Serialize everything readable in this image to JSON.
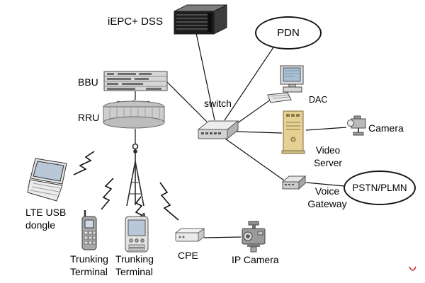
{
  "title": "LTE broadband trunking network diagram",
  "nodes": {
    "epc": {
      "label": "iEPC+ DSS"
    },
    "pdn": {
      "label": "PDN"
    },
    "bbu": {
      "label": "BBU"
    },
    "rru": {
      "label": "RRU"
    },
    "switch": {
      "label": "switch"
    },
    "dac": {
      "label": "DAC"
    },
    "video_server": {
      "label": "Video Server"
    },
    "camera": {
      "label": "Camera"
    },
    "voice_gateway": {
      "label": "Voice Gateway"
    },
    "pstn": {
      "label": "PSTN/PLMN"
    },
    "lte_dongle": {
      "label": "LTE USB dongle"
    },
    "trunking1": {
      "label": "Trunking Terminal"
    },
    "trunking2": {
      "label": "Trunking Terminal"
    },
    "cpe": {
      "label": "CPE"
    },
    "ip_camera": {
      "label": "IP Camera"
    }
  },
  "edges": [
    "iEPC+DSS - switch",
    "PDN - switch",
    "BBU - switch",
    "BBU - RRU",
    "RRU - antenna",
    "switch - DAC",
    "switch - Video Server",
    "Video Server - Camera",
    "switch - Voice Gateway",
    "Voice Gateway - PSTN/PLMN",
    "CPE - IP Camera"
  ],
  "wireless_links": [
    "antenna - LTE USB dongle",
    "antenna - Trunking Terminal",
    "antenna - Trunking Terminal (2)",
    "antenna - CPE"
  ],
  "colors": {
    "background": "#ffffff",
    "wire": "#111111",
    "server_dark": "#1e1e1e",
    "equipment_gray": "#cdcdcd",
    "tower_tan": "#e6d093",
    "screen_blue": "#b9c8d8",
    "artifact_red": "#cc2222"
  }
}
